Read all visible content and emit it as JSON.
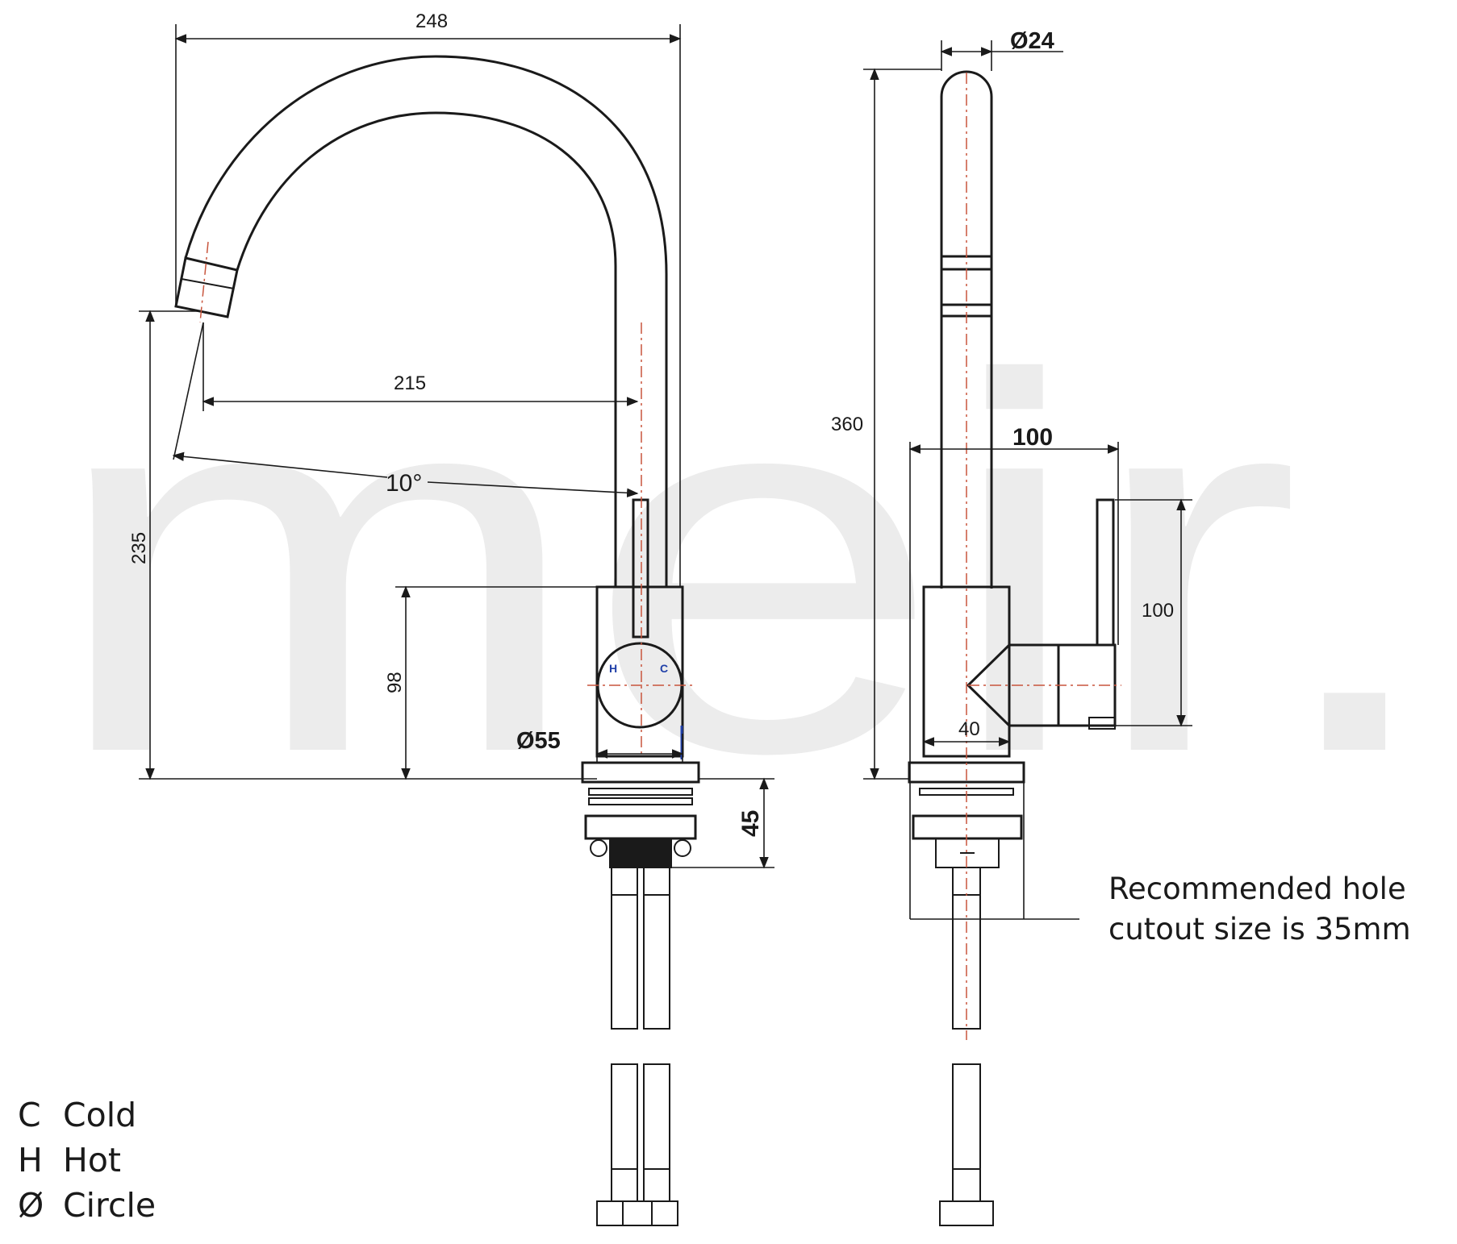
{
  "watermark": {
    "text": "meir."
  },
  "dimensions": {
    "spout_reach": "248",
    "spout_inner_reach": "215",
    "spout_angle": "10°",
    "spout_height": "235",
    "body_height": "98",
    "body_diameter": "Ø55",
    "base_depth": "45",
    "overall_height": "360",
    "spout_diameter": "Ø24",
    "handle_projection": "100",
    "handle_height": "100",
    "body_width": "40",
    "handle_marks": {
      "hot": "H",
      "cold": "C"
    }
  },
  "note": {
    "line1": "Recommended hole",
    "line2": "cutout size is 35mm"
  },
  "legend": [
    {
      "key": "C",
      "label": "Cold"
    },
    {
      "key": "H",
      "label": "Hot"
    },
    {
      "key": "Ø",
      "label": "Circle"
    }
  ],
  "colors": {
    "line": "#1a1a1a",
    "centerline": "#c8553d",
    "accent": "#1f3fa8",
    "watermark": "#ececec"
  }
}
